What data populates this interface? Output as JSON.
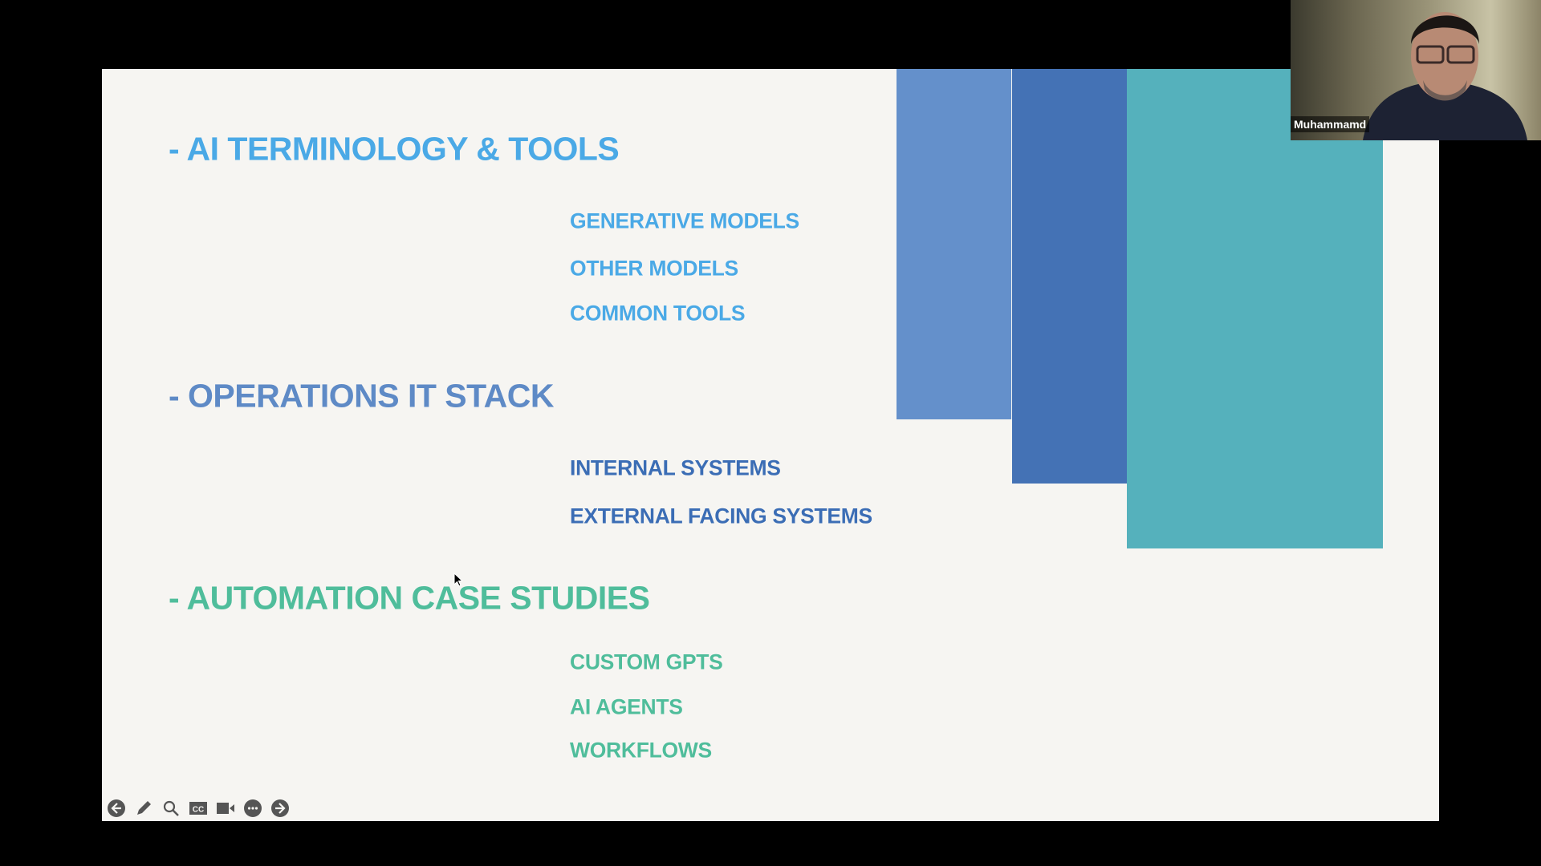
{
  "slide": {
    "sections": [
      {
        "heading": "- AI TERMINOLOGY & TOOLS",
        "items": [
          "GENERATIVE MODELS",
          "OTHER MODELS",
          "COMMON TOOLS"
        ]
      },
      {
        "heading": "- OPERATIONS IT STACK",
        "items": [
          "INTERNAL SYSTEMS",
          "EXTERNAL FACING SYSTEMS"
        ]
      },
      {
        "heading": "- AUTOMATION CASE STUDIES",
        "items": [
          "CUSTOM GPTS",
          "AI AGENTS",
          "WORKFLOWS"
        ]
      }
    ],
    "colors": {
      "section1": "#4aa9e6",
      "section2": "#5e8ac6",
      "section3": "#4fbd9b",
      "block1": "#6490cb",
      "block2": "#4472b5",
      "block3": "#55b1bc"
    }
  },
  "toolbar": {
    "icons": [
      "previous-icon",
      "pen-icon",
      "zoom-icon",
      "captions-icon",
      "video-icon",
      "more-icon",
      "next-icon"
    ]
  },
  "participant": {
    "name": "Muhammamd"
  }
}
